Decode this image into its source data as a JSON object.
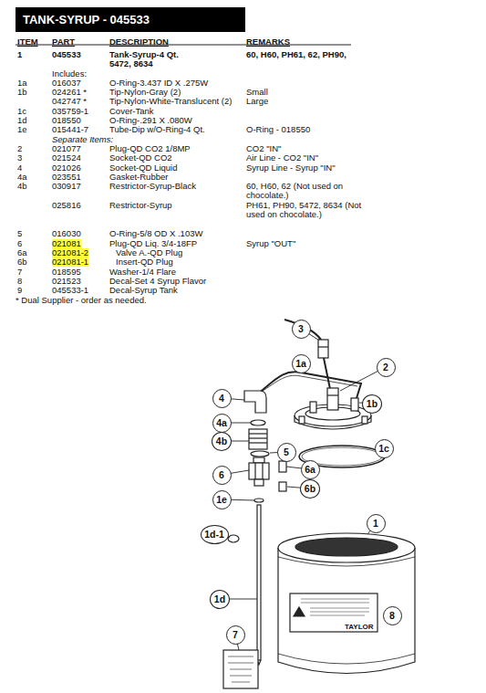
{
  "diagram": {
    "title": "TANK-SYRUP - 045533",
    "nodes": [
      {
        "text": [
          "3"
        ]
      },
      {
        "text": [
          "1a"
        ]
      },
      {
        "text": [
          "2"
        ]
      },
      {
        "text": [
          "4"
        ]
      },
      {
        "text": [
          "1b"
        ]
      },
      {
        "text": [
          "4a"
        ]
      },
      {
        "text": [
          "4b"
        ]
      },
      {
        "text": [
          "1c"
        ]
      },
      {
        "text": [
          "5"
        ]
      },
      {
        "text": [
          "6a"
        ]
      },
      {
        "text": [
          "6"
        ]
      },
      {
        "text": [
          "6b"
        ]
      },
      {
        "text": [
          "1e"
        ]
      },
      {
        "text": [
          "1"
        ]
      },
      {
        "text": [
          "1d-1"
        ]
      },
      {
        "text": [
          "1d"
        ]
      },
      {
        "text": [
          "8"
        ]
      },
      {
        "text": [
          "7"
        ]
      }
    ],
    "labels": [
      "ITEM",
      "PART",
      "DESCRIPTION",
      "REMARKS",
      "1",
      "045533",
      "Tank-Syrup-4 Qt. 5472, 8634",
      "60, H60, PH61, 62, PH90,",
      "Includes:",
      "1a",
      "016037",
      "O-Ring-3.437 ID X .275W",
      "1b",
      "024261 *",
      "Tip-Nylon-Gray (2)",
      "Small",
      "042747 *",
      "Tip-Nylon-White-Translucent (2)",
      "Large",
      "1c",
      "035759-1",
      "Cover-Tank",
      "1d",
      "018550",
      "O-Ring-.291 X .080W",
      "1e",
      "015441-7",
      "Tube-Dip w/O-Ring-4 Qt.",
      "O-Ring - 018550",
      "Separate Items:",
      "2",
      "021077",
      "Plug-QD  CO2 1/8MP",
      "CO2 \"IN\"",
      "3",
      "021524",
      "Socket-QD CO2",
      "Air Line - CO2 \"IN\"",
      "4",
      "021026",
      "Socket-QD Liquid",
      "Syrup Line - Syrup \"IN\"",
      "4a",
      "023551",
      "Gasket-Rubber",
      "4b",
      "030917",
      "Restrictor-Syrup-Black",
      "60, H60, 62 (Not used on chocolate.)",
      "025816",
      "Restrictor-Syrup",
      "PH61, PH90, 5472, 8634 (Not used on chocolate.)",
      "5",
      "016030",
      "O-Ring-5/8 OD X .103W",
      "6",
      "021081",
      "Plug-QD Liq. 3/4-18FP",
      "Syrup \"OUT\"",
      "6a",
      "021081-2",
      "Valve A.-QD Plug",
      "6b",
      "021081-1",
      "Insert-QD Plug",
      "7",
      "018595",
      "Washer-1/4 Flare",
      "8",
      "021523",
      "Decal-Set 4 Syrup Flavor",
      "9",
      "045533-1",
      "Decal-Syrup Tank",
      "* Dual Supplier - order as needed.",
      "TAYLOR"
    ]
  }
}
